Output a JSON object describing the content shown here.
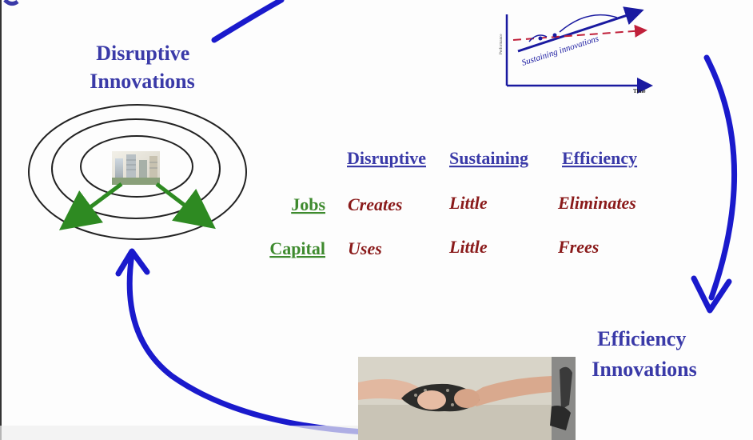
{
  "labels": {
    "disruptive": [
      "Disruptive",
      "Innovations"
    ],
    "efficiency": [
      "Efficiency",
      "Innovations"
    ]
  },
  "table": {
    "headers": [
      "Disruptive",
      "Sustaining",
      "Efficiency"
    ],
    "rows": [
      {
        "label": "Jobs",
        "cells": [
          "Creates",
          "Little",
          "Eliminates"
        ]
      },
      {
        "label": "Capital",
        "cells": [
          "Uses",
          "Little",
          "Frees"
        ]
      }
    ]
  },
  "mini_chart": {
    "curve_label": "Sustaining innovations",
    "x_axis_label": "Time"
  },
  "colors": {
    "arrow_blue": "#1a1acc",
    "label_blue": "#3a3aa8",
    "row_green": "#3e8a2e",
    "cell_red": "#8a1a1a",
    "target_arrow_green": "#2e8a22"
  },
  "images": {
    "center_picture": "city-buildings-photo",
    "bottom_photo": "hands-handshake-photo"
  }
}
